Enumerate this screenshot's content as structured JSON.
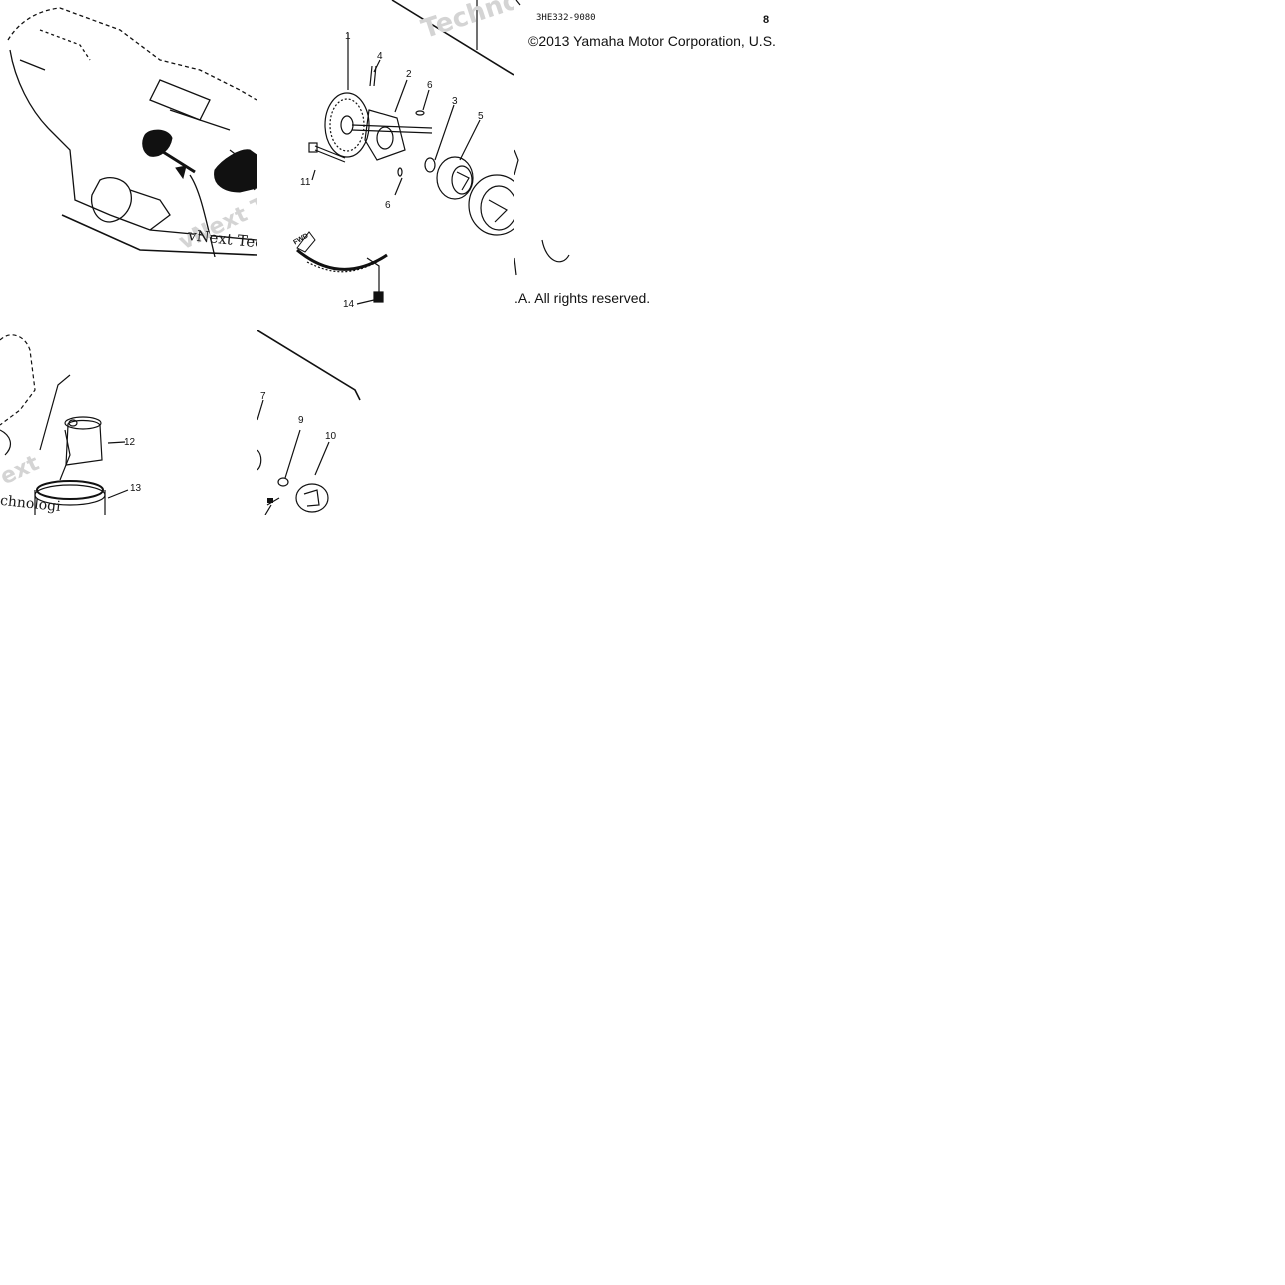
{
  "document": {
    "part_number": "3HE332-9080",
    "page_number": "8",
    "copyright_line_1": "©2013 Yamaha Motor Corporation, U.S.",
    "copyright_line_2": ".A. All rights reserved."
  },
  "watermarks": {
    "vnext": "vNext Tec",
    "techno": "Techno",
    "ext": "ext",
    "technologies": "chnologi"
  },
  "callouts": {
    "c1": "1",
    "c2": "2",
    "c3": "3",
    "c4": "4",
    "c5": "5",
    "c6a": "6",
    "c6b": "6",
    "c7": "7",
    "c9": "9",
    "c10": "10",
    "c11": "11",
    "c12": "12",
    "c13": "13",
    "c14": "14"
  },
  "fwd_label": "FWD"
}
